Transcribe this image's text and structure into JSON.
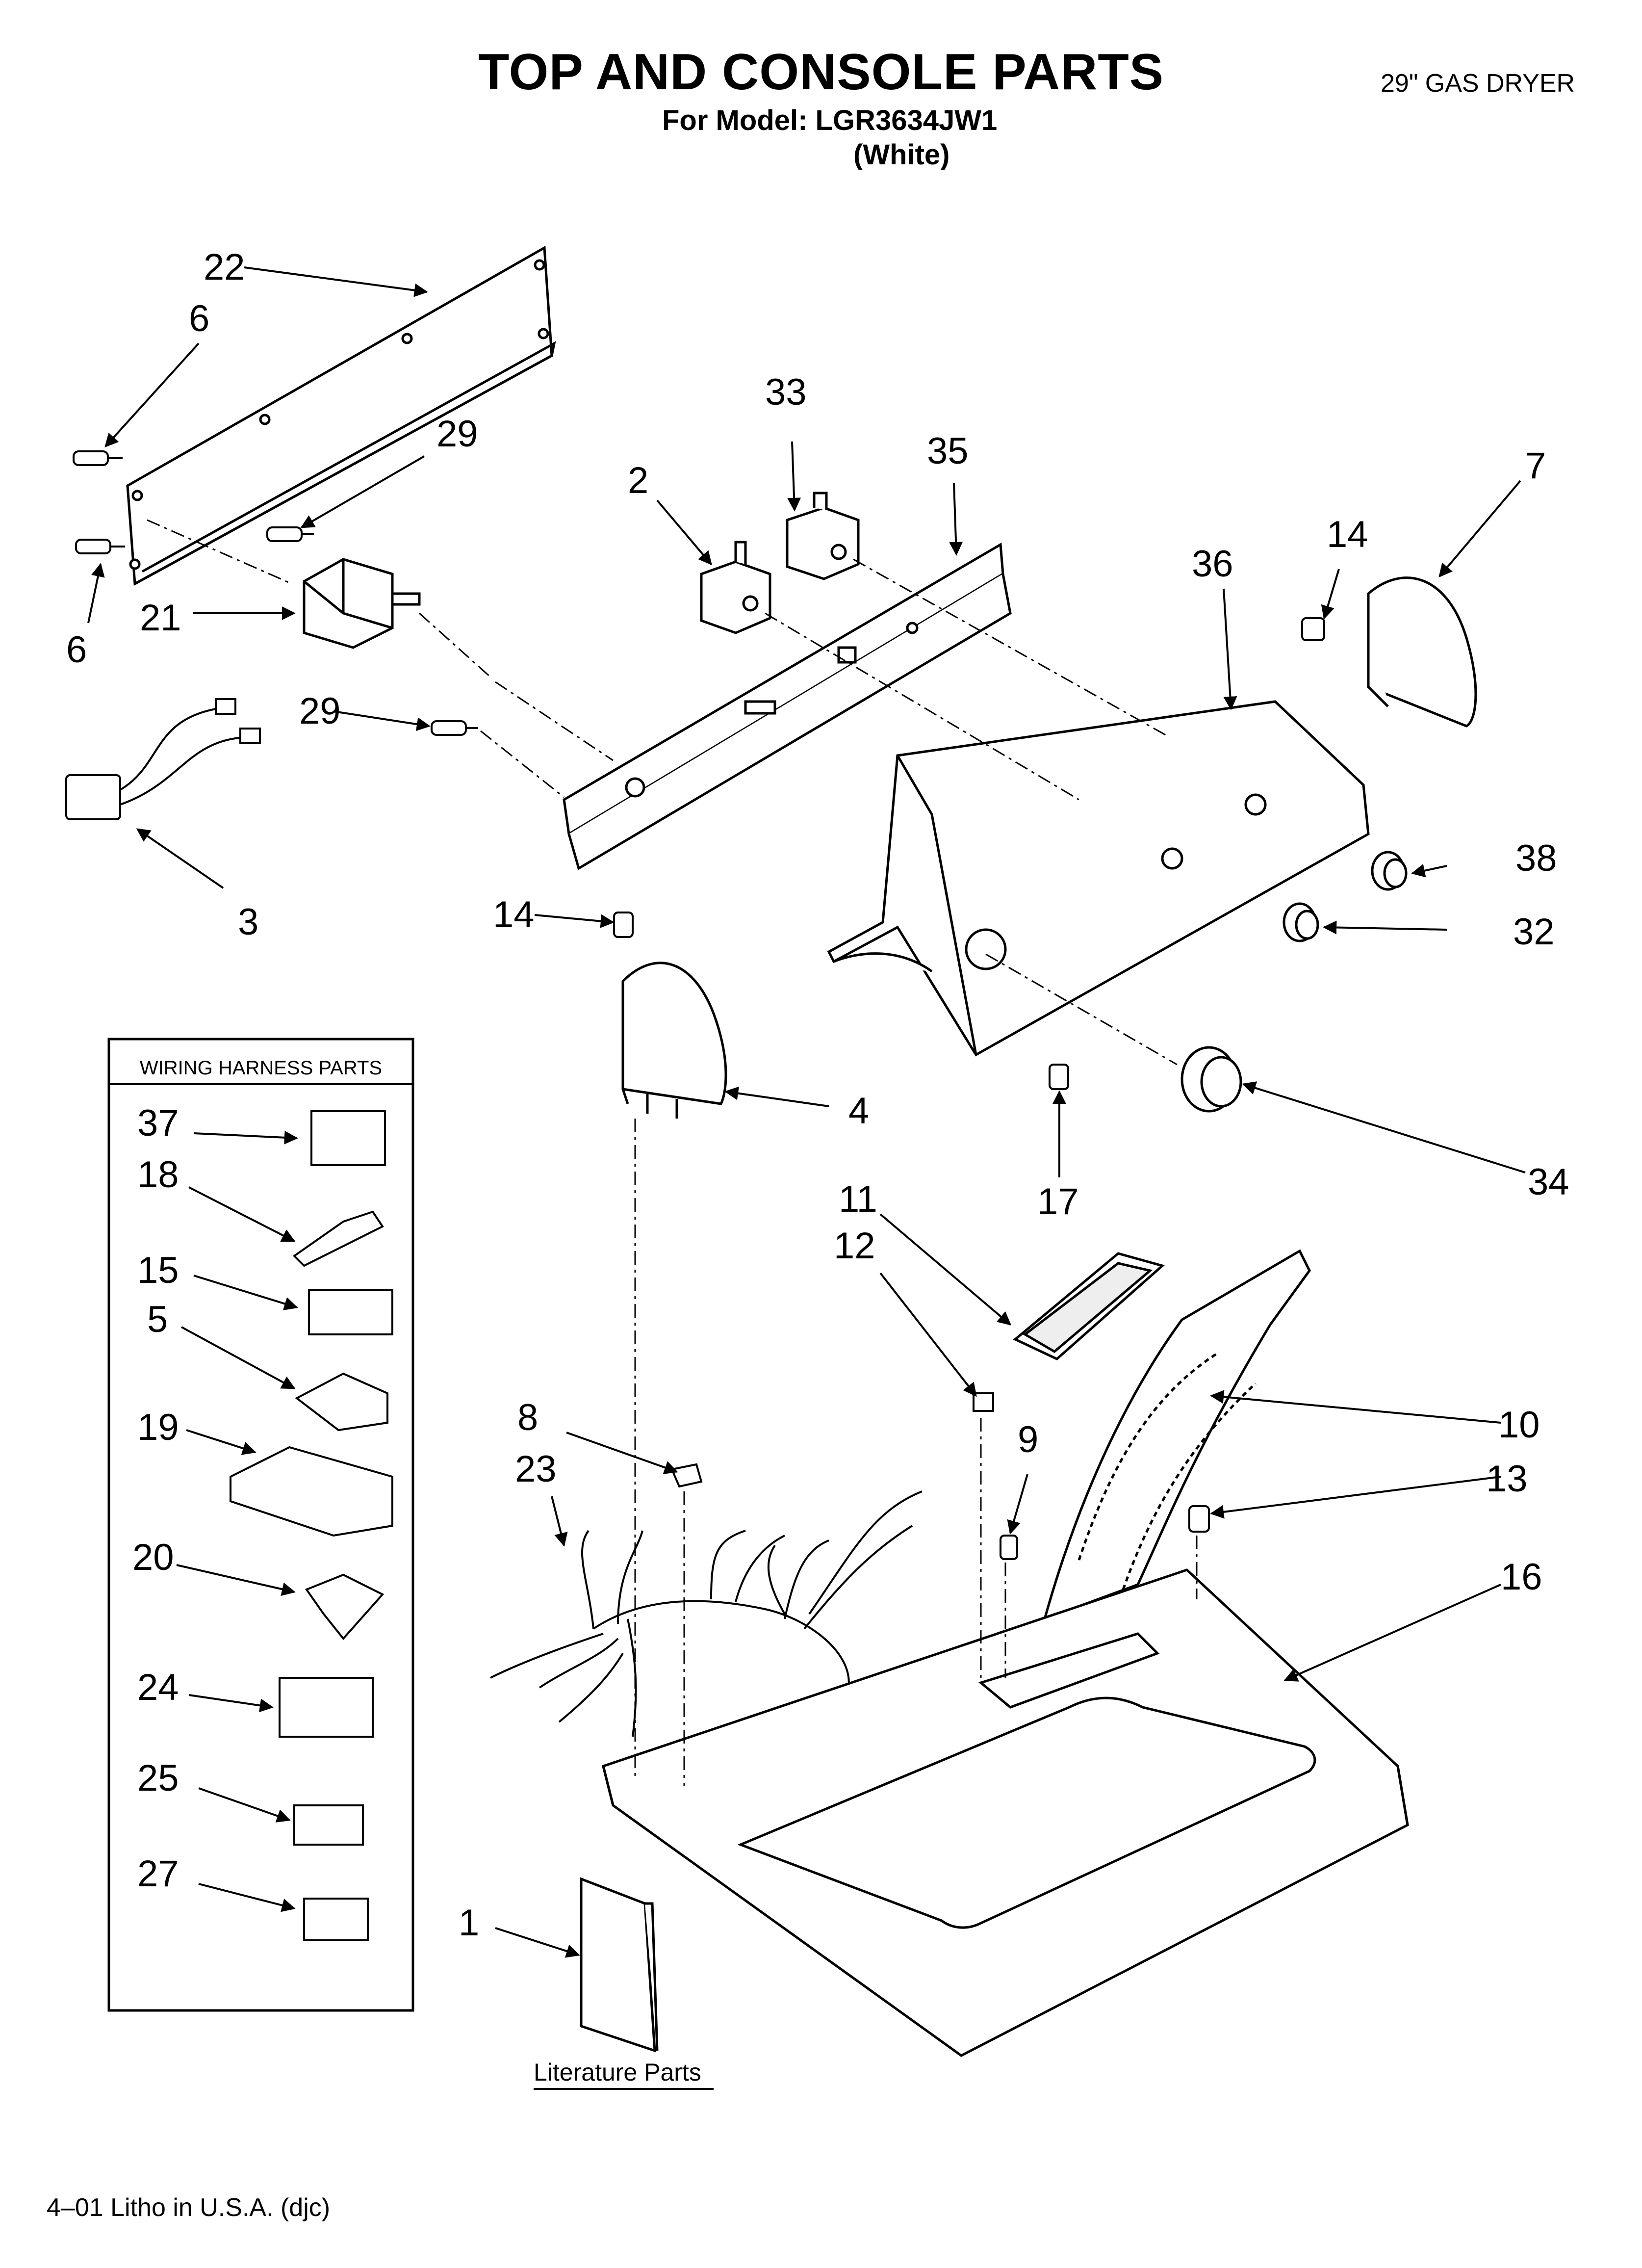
{
  "header": {
    "title": "TOP AND CONSOLE PARTS",
    "model_line": "For Model: LGR3634JW1",
    "color_line": "(White)",
    "product": "29\" GAS DRYER"
  },
  "wiring_box": {
    "title": "WIRING HARNESS PARTS"
  },
  "callouts": [
    "22",
    "6",
    "29",
    "21",
    "6",
    "33",
    "2",
    "35",
    "7",
    "14",
    "36",
    "29",
    "3",
    "38",
    "32",
    "14",
    "4",
    "17",
    "34",
    "11",
    "12",
    "10",
    "9",
    "13",
    "8",
    "23",
    "16",
    "1",
    "37",
    "18",
    "15",
    "5",
    "19",
    "20",
    "24",
    "25",
    "27"
  ],
  "literature_label": "Literature Parts",
  "footer": "4–01 Litho in U.S.A. (djc)"
}
